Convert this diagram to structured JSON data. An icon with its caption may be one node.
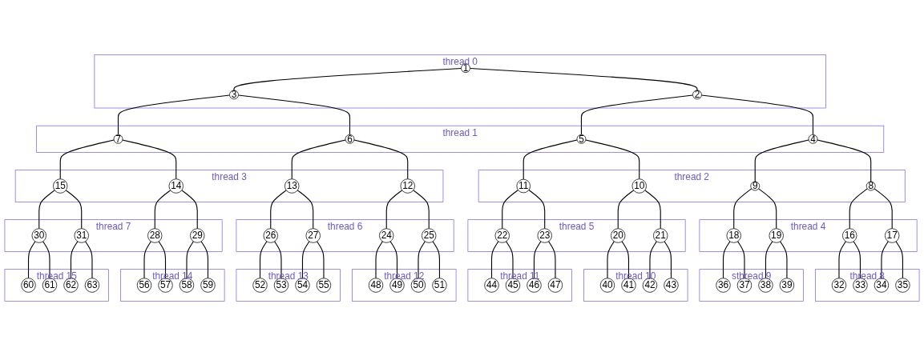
{
  "diagram": {
    "nodes": [
      {
        "text": [
          "thread 0"
        ]
      },
      {
        "text": [
          "1"
        ],
        "in": 0
      },
      {
        "text": [
          "2"
        ],
        "in": 0
      },
      {
        "text": [
          "3"
        ],
        "in": 0
      },
      {
        "text": [
          "thread 1"
        ]
      },
      {
        "text": [
          "4"
        ],
        "in": 4
      },
      {
        "text": [
          "5"
        ],
        "in": 4
      },
      {
        "text": [
          "6"
        ],
        "in": 4
      },
      {
        "text": [
          "7"
        ],
        "in": 4
      },
      {
        "text": [
          "thread 2"
        ]
      },
      {
        "text": [
          "8"
        ],
        "in": 9
      },
      {
        "text": [
          "9"
        ],
        "in": 9
      },
      {
        "text": [
          "10"
        ],
        "in": 9
      },
      {
        "text": [
          "11"
        ],
        "in": 9
      },
      {
        "text": [
          "thread 3"
        ]
      },
      {
        "text": [
          "12"
        ],
        "in": 14
      },
      {
        "text": [
          "13"
        ],
        "in": 14
      },
      {
        "text": [
          "14"
        ],
        "in": 14
      },
      {
        "text": [
          "15"
        ],
        "in": 14
      },
      {
        "text": [
          "thread 4"
        ]
      },
      {
        "text": [
          "16"
        ],
        "in": 19
      },
      {
        "text": [
          "17"
        ],
        "in": 19
      },
      {
        "text": [
          "18"
        ],
        "in": 19
      },
      {
        "text": [
          "19"
        ],
        "in": 19
      },
      {
        "text": [
          "thread 5"
        ]
      },
      {
        "text": [
          "20"
        ],
        "in": 24
      },
      {
        "text": [
          "21"
        ],
        "in": 24
      },
      {
        "text": [
          "22"
        ],
        "in": 24
      },
      {
        "text": [
          "23"
        ],
        "in": 24
      },
      {
        "text": [
          "thread 6"
        ]
      },
      {
        "text": [
          "24"
        ],
        "in": 29
      },
      {
        "text": [
          "25"
        ],
        "in": 29
      },
      {
        "text": [
          "26"
        ],
        "in": 29
      },
      {
        "text": [
          "27"
        ],
        "in": 29
      },
      {
        "text": [
          "thread 7"
        ]
      },
      {
        "text": [
          "28"
        ],
        "in": 34
      },
      {
        "text": [
          "29"
        ],
        "in": 34
      },
      {
        "text": [
          "30"
        ],
        "in": 34
      },
      {
        "text": [
          "31"
        ],
        "in": 34
      },
      {
        "text": [
          "thread 8"
        ]
      },
      {
        "text": [
          "32"
        ],
        "in": 39
      },
      {
        "text": [
          "33"
        ],
        "in": 39
      },
      {
        "text": [
          "34"
        ],
        "in": 39
      },
      {
        "text": [
          "35"
        ],
        "in": 39
      },
      {
        "text": [
          "sthread 9"
        ]
      },
      {
        "text": [
          "36"
        ],
        "in": 44
      },
      {
        "text": [
          "37"
        ],
        "in": 44
      },
      {
        "text": [
          "38"
        ],
        "in": 44
      },
      {
        "text": [
          "39"
        ],
        "in": 44
      },
      {
        "text": [
          "thread 10"
        ]
      },
      {
        "text": [
          "40"
        ],
        "in": 49
      },
      {
        "text": [
          "41"
        ],
        "in": 49
      },
      {
        "text": [
          "42"
        ],
        "in": 49
      },
      {
        "text": [
          "43"
        ],
        "in": 49
      },
      {
        "text": [
          "thread 11"
        ]
      },
      {
        "text": [
          "44"
        ],
        "in": 54
      },
      {
        "text": [
          "45"
        ],
        "in": 54
      },
      {
        "text": [
          "46"
        ],
        "in": 54
      },
      {
        "text": [
          "47"
        ],
        "in": 54
      },
      {
        "text": [
          "thread 12"
        ]
      },
      {
        "text": [
          "48"
        ],
        "in": 59
      },
      {
        "text": [
          "49"
        ],
        "in": 59
      },
      {
        "text": [
          "50"
        ],
        "in": 59
      },
      {
        "text": [
          "51"
        ],
        "in": 59
      },
      {
        "text": [
          "thread 13"
        ]
      },
      {
        "text": [
          "52"
        ],
        "in": 64
      },
      {
        "text": [
          "53"
        ],
        "in": 64
      },
      {
        "text": [
          "54"
        ],
        "in": 64
      },
      {
        "text": [
          "55"
        ],
        "in": 64
      },
      {
        "text": [
          "thread 14"
        ]
      },
      {
        "text": [
          "56"
        ],
        "in": 69
      },
      {
        "text": [
          "57"
        ],
        "in": 69
      },
      {
        "text": [
          "58"
        ],
        "in": 69
      },
      {
        "text": [
          "59"
        ],
        "in": 69
      },
      {
        "text": [
          "thread 15"
        ]
      },
      {
        "text": [
          "60"
        ],
        "in": 74
      },
      {
        "text": [
          "61"
        ],
        "in": 74
      },
      {
        "text": [
          "62"
        ],
        "in": 74
      },
      {
        "text": [
          "63"
        ],
        "in": 74
      }
    ],
    "edges": [
      {
        "from": 1,
        "to": 2,
        "arrow": "none"
      },
      {
        "from": 1,
        "to": 3,
        "arrow": "none"
      },
      {
        "from": 2,
        "to": 5,
        "arrow": "none"
      },
      {
        "from": 2,
        "to": 6,
        "arrow": "none"
      },
      {
        "from": 3,
        "to": 7,
        "arrow": "none"
      },
      {
        "from": 3,
        "to": 8,
        "arrow": "none"
      },
      {
        "from": 5,
        "to": 10,
        "arrow": "none"
      },
      {
        "from": 5,
        "to": 11,
        "arrow": "none"
      },
      {
        "from": 6,
        "to": 12,
        "arrow": "none"
      },
      {
        "from": 6,
        "to": 13,
        "arrow": "none"
      },
      {
        "from": 7,
        "to": 15,
        "arrow": "none"
      },
      {
        "from": 7,
        "to": 16,
        "arrow": "none"
      },
      {
        "from": 8,
        "to": 17,
        "arrow": "none"
      },
      {
        "from": 8,
        "to": 18,
        "arrow": "none"
      },
      {
        "from": 10,
        "to": 20,
        "arrow": "none"
      },
      {
        "from": 10,
        "to": 21,
        "arrow": "none"
      },
      {
        "from": 11,
        "to": 22,
        "arrow": "none"
      },
      {
        "from": 11,
        "to": 23,
        "arrow": "none"
      },
      {
        "from": 12,
        "to": 25,
        "arrow": "none"
      },
      {
        "from": 12,
        "to": 26,
        "arrow": "none"
      },
      {
        "from": 13,
        "to": 27,
        "arrow": "none"
      },
      {
        "from": 13,
        "to": 28,
        "arrow": "none"
      },
      {
        "from": 15,
        "to": 30,
        "arrow": "none"
      },
      {
        "from": 15,
        "to": 31,
        "arrow": "none"
      },
      {
        "from": 16,
        "to": 32,
        "arrow": "none"
      },
      {
        "from": 16,
        "to": 33,
        "arrow": "none"
      },
      {
        "from": 17,
        "to": 35,
        "arrow": "none"
      },
      {
        "from": 17,
        "to": 36,
        "arrow": "none"
      },
      {
        "from": 18,
        "to": 37,
        "arrow": "none"
      },
      {
        "from": 18,
        "to": 38,
        "arrow": "none"
      },
      {
        "from": 20,
        "to": 40,
        "arrow": "none"
      },
      {
        "from": 20,
        "to": 41,
        "arrow": "none"
      },
      {
        "from": 21,
        "to": 42,
        "arrow": "none"
      },
      {
        "from": 21,
        "to": 43,
        "arrow": "none"
      },
      {
        "from": 22,
        "to": 45,
        "arrow": "none"
      },
      {
        "from": 22,
        "to": 46,
        "arrow": "none"
      },
      {
        "from": 23,
        "to": 47,
        "arrow": "none"
      },
      {
        "from": 23,
        "to": 48,
        "arrow": "none"
      },
      {
        "from": 25,
        "to": 50,
        "arrow": "none"
      },
      {
        "from": 25,
        "to": 51,
        "arrow": "none"
      },
      {
        "from": 26,
        "to": 52,
        "arrow": "none"
      },
      {
        "from": 26,
        "to": 53,
        "arrow": "none"
      },
      {
        "from": 27,
        "to": 55,
        "arrow": "none"
      },
      {
        "from": 27,
        "to": 56,
        "arrow": "none"
      },
      {
        "from": 28,
        "to": 57,
        "arrow": "none"
      },
      {
        "from": 28,
        "to": 58,
        "arrow": "none"
      },
      {
        "from": 30,
        "to": 60,
        "arrow": "none"
      },
      {
        "from": 30,
        "to": 61,
        "arrow": "none"
      },
      {
        "from": 31,
        "to": 62,
        "arrow": "none"
      },
      {
        "from": 31,
        "to": 63,
        "arrow": "none"
      },
      {
        "from": 32,
        "to": 65,
        "arrow": "none"
      },
      {
        "from": 32,
        "to": 66,
        "arrow": "none"
      },
      {
        "from": 33,
        "to": 67,
        "arrow": "none"
      },
      {
        "from": 33,
        "to": 68,
        "arrow": "none"
      },
      {
        "from": 35,
        "to": 70,
        "arrow": "none"
      },
      {
        "from": 35,
        "to": 71,
        "arrow": "none"
      },
      {
        "from": 36,
        "to": 72,
        "arrow": "none"
      },
      {
        "from": 36,
        "to": 73,
        "arrow": "none"
      },
      {
        "from": 37,
        "to": 75,
        "arrow": "none"
      },
      {
        "from": 37,
        "to": 76,
        "arrow": "none"
      },
      {
        "from": 38,
        "to": 77,
        "arrow": "none"
      },
      {
        "from": 38,
        "to": 78,
        "arrow": "none"
      }
    ]
  }
}
